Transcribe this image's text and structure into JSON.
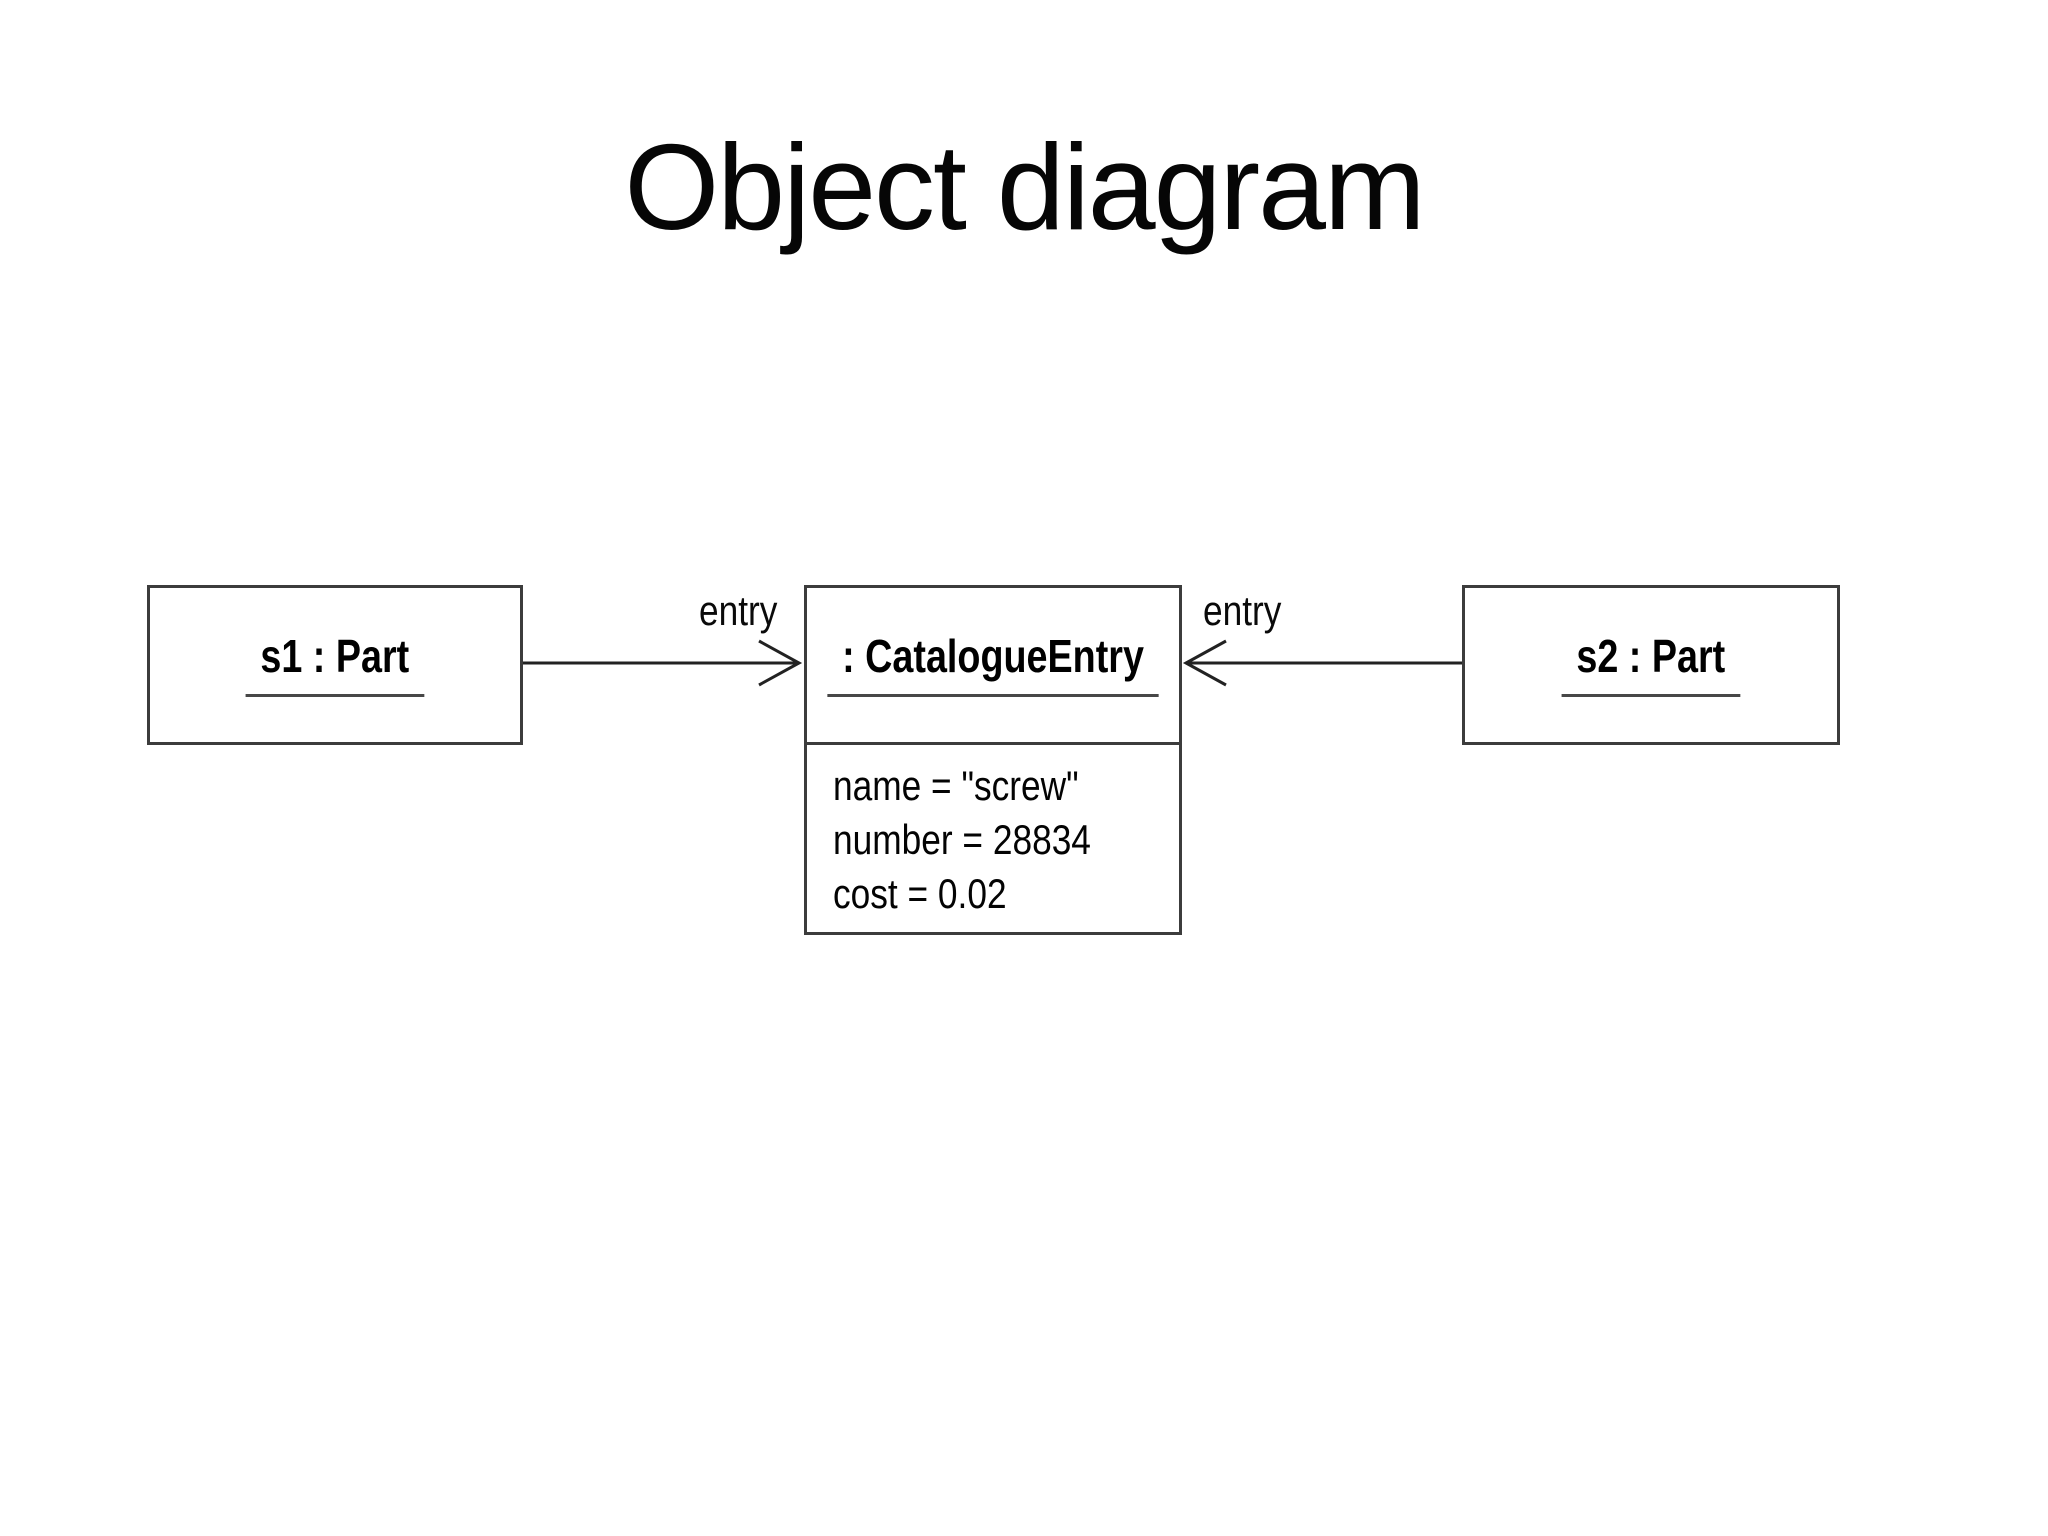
{
  "title": "Object diagram",
  "diagram": {
    "objects": [
      {
        "id": "s1",
        "label": "s1 : Part"
      },
      {
        "id": "catalogueEntry",
        "label": ": CatalogueEntry",
        "attributes": [
          "name = \"screw\"",
          "number = 28834",
          "cost = 0.02"
        ]
      },
      {
        "id": "s2",
        "label": "s2 : Part"
      }
    ],
    "links": [
      {
        "from": "s1",
        "to": "catalogueEntry",
        "label": "entry"
      },
      {
        "from": "s2",
        "to": "catalogueEntry",
        "label": "entry"
      }
    ],
    "colors": {
      "line": "#222222",
      "border": "#3c3c3c",
      "text": "#000000",
      "background": "#ffffff"
    }
  }
}
